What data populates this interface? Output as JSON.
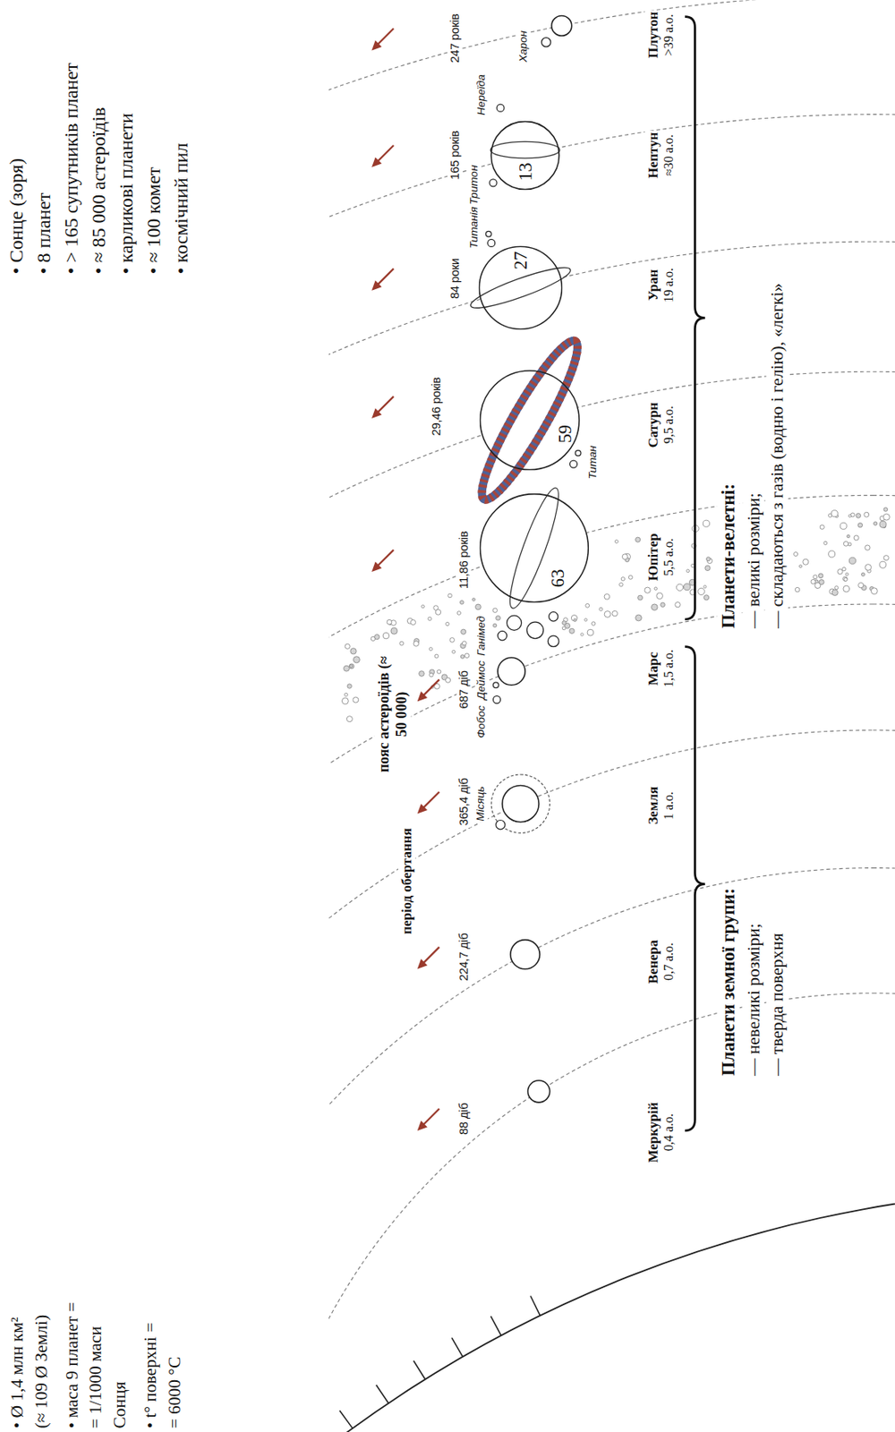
{
  "diagram": {
    "nodes": [
      {
        "text": [
          "63"
        ]
      },
      {
        "text": [
          "59"
        ]
      },
      {
        "text": [
          "27"
        ]
      },
      {
        "text": [
          "13"
        ]
      }
    ],
    "labels": [
      "• Ø 1,4 млн км² (≈ 109 Ø Землі)",
      "• маса 9 планет = = 1/1000 маси Сонця",
      "• t° поверхні = = 6000 °C",
      "• Сонце (зоря)",
      "• 8 планет",
      "• > 165 супутників планет",
      "• ≈ 85 000 астероїдів",
      "• карликові планети",
      "• ≈ 100 комет",
      "• космічний пил",
      "період обертання",
      "пояс астероїдів (≈ 50 000)",
      "88 діб",
      "224,7 діб",
      "365,4 діб",
      "687 діб",
      "11,86 років",
      "29,46 років",
      "84 роки",
      "165 років",
      "247 років",
      "Місяць",
      "Фобос",
      "Деймос",
      "Ганімед",
      "Титан",
      "Титанія",
      "Тритон",
      "Нереїда",
      "Харон",
      "Меркурій",
      "0,4 а.о.",
      "Венера",
      "0,7 а.о.",
      "Земля",
      "1 а.о.",
      "Марс",
      "1,5 а.о.",
      "Юпітер",
      "5,5 а.о.",
      "Сатурн",
      "9,5 а.о.",
      "Уран",
      "19 а.о.",
      "Нептун",
      "≈30 а.о.",
      "Плутон",
      ">39 а.о.",
      "Планети земної групи:",
      "— невеликі розміри;",
      "— тверда поверхня",
      "Планети-велетні:",
      "— великі розміри;",
      "— складаються з газів (водню і гелію), «легкі»"
    ]
  }
}
